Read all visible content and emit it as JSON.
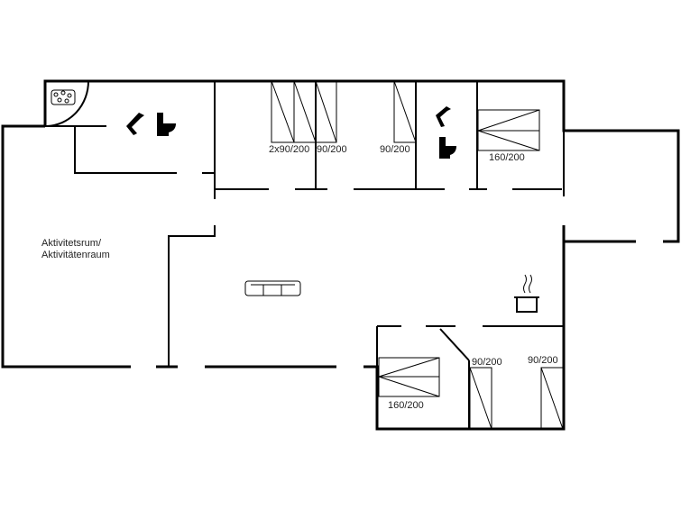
{
  "rooms": {
    "activity_room_line1": "Aktivitetsrum/",
    "activity_room_line2": "Aktivitätenraum"
  },
  "beds": [
    {
      "label": "2x90/200"
    },
    {
      "label": "90/200"
    },
    {
      "label": "90/200"
    },
    {
      "label": "160/200"
    },
    {
      "label": "160/200"
    },
    {
      "label": "90/200"
    },
    {
      "label": "90/200"
    }
  ]
}
